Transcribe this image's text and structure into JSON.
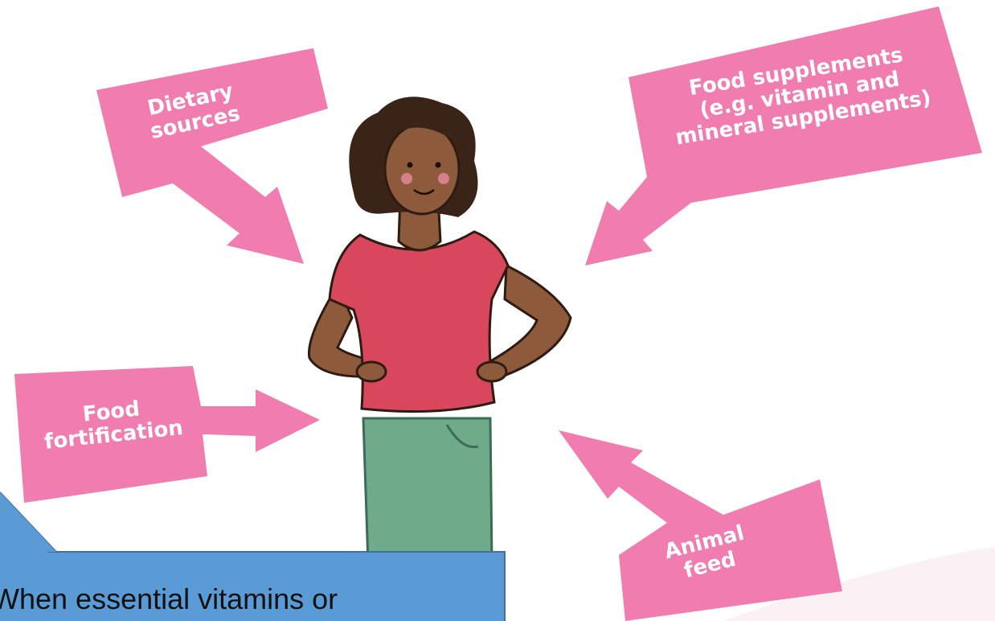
{
  "labels": {
    "dietary_sources": "Dietary\nsources",
    "food_supplements": "Food supplements\n(e.g. vitamin and\nmineral supplements)",
    "food_fortification": "Food\nfortification",
    "animal_feed": "Animal\nfeed"
  },
  "callout": {
    "text": "When essential vitamins or"
  },
  "colors": {
    "arrow_pink": "#f07cb0",
    "callout_blue": "#5b9bd5",
    "callout_border": "#41719c",
    "shirt": "#d9475d",
    "pants": "#6faa8b",
    "skin": "#8d5a3b",
    "hair": "#3a2418",
    "background": "#ffffff"
  }
}
